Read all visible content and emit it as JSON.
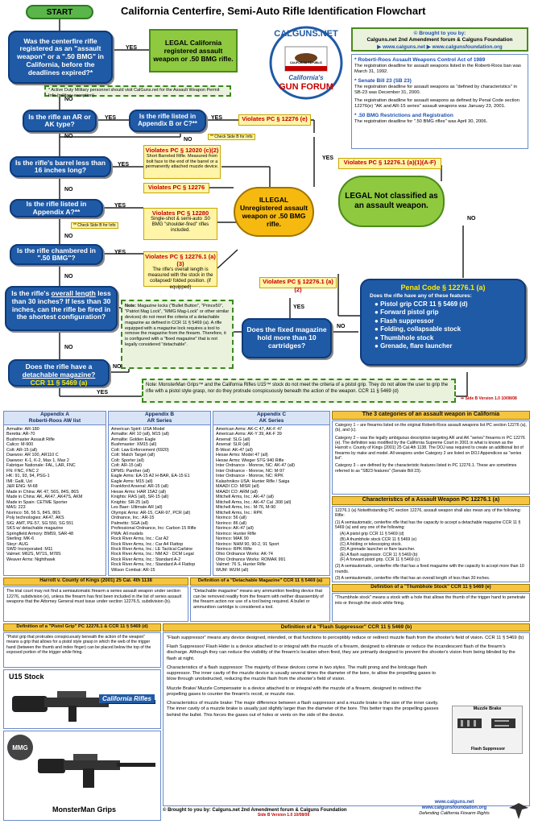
{
  "header": {
    "start": "START",
    "title": "California Centerfire, Semi-Auto Rifle Identification Flowchart"
  },
  "questions": {
    "q1": "Was the centerfire rifle registered as an \"assault weapon\" or a \".50 BMG\" in California, before the deadlines expired?*",
    "q2": "Is the rifle an AR or AK type?",
    "q3": "Is the rifle listed in Appendix B or C?**",
    "q4": "Is the rifle's barrel less than 16 inches long?",
    "q5": "Is the rifle listed in Appendix A?**",
    "q6": "Is the rifle chambered in \".50 BMG\"?",
    "q7_a": "Is the rifle's",
    "q7_b": "overall length",
    "q7_c": "less than 30 inches? If less than 30 inches, can the rifle be fired in the shortest configuration?",
    "q8_a": "Does the rifle have a",
    "q8_b": "detachable magazine?",
    "q8_c": "CCR 11 § 5469 (a)",
    "q9": "Does the fixed magazine hold more than 10 cartridges?"
  },
  "answers": {
    "yes": "YES",
    "no": "NO"
  },
  "notes": {
    "active_duty": "* Active Duty Military personnel should visit CalGuns.net for the Assault Weapon Permit Info (military exception)",
    "check_side_b": "** Check Side B for Info",
    "check_side_b2": "** Check Side B for Info",
    "side_b_label": "⇨ Side B Version 1.0 10/08/08"
  },
  "legal_registered": "LEGAL California registered assault weapon or .50 BMG rifle.",
  "illegal": "ILLEGAL Unregistered assault weapon or .50 BMG rifle.",
  "legal_not": "LEGAL Not classified as an assault weapon.",
  "violates": {
    "v1": "Violates PC § 12276 (e)",
    "v2_t": "Violates PC § 12020 (c)(2)",
    "v2": "Short Barreled Rifle. Measured from bolt face to the end of the barrel or a permanently attached muzzle device.",
    "v3": "Violates PC § 12276",
    "v4_t": "Violates PC § 12280",
    "v4": "Single-shot & semi-auto .50 BMG \"shoulder-fired\" rifles included.",
    "v5_t": "Violates PC § 12276.1 (a)(3)",
    "v5": "The rifle's overall length is measured with the stock in the collapsed/ folded position. (if equipped)",
    "v6": "Violates PC § 12276.1 (a)(2)",
    "v7": "Violates PC § 12276.1 (a)(1)(A-F)"
  },
  "note_box": {
    "title": "Note:",
    "text": "Magazine locks (\"Bullet Button\", \"Prince50\", \"Patriot Mag Lock\", \"MMG Mag-Lock\" or other similar devices) do not meet the criteria of a detachable magazine as defined in CCR 11 § 5469 (a). A rifle equipped with a magazine lock requires a tool to remove the magazine from the firearm. Therefore, it is configured with a \"fixed magazine\" that is not legally considered \"detachable\"."
  },
  "monster_note": "Note: MonsterMan Grips™ and the California Rifles U15™ stock do not meet the criteria of a pistol grip. They do not allow the user to grip the rifle with a pistol style grasp, nor do they protrude conspicuously beneath the action of the weapon. CCR 11 § 5469 (d)",
  "penal": {
    "title": "Penal Code § 12276.1 (a)",
    "lead": "Does the rifle have any of these features:",
    "items": [
      "Pistol grip CCR 11 § 5469 (d)",
      "Forward pistol grip",
      "Flash suppressor",
      "Folding, collapsable stock",
      "Thumbhole stock",
      "Grenade, flare launcher"
    ]
  },
  "logo": {
    "top": "CALGUNS.NET",
    "mid": "California's",
    "bot": "GUN FORUM",
    "flag": "CALIFORNIA REPUBLIC"
  },
  "brought": {
    "title": "© Brought to you by:",
    "line1": "Calguns.net 2nd Amendment forum & Calguns Foundation",
    "line2": "▶ www.calguns.net  ▶ www.calgunsfoundation.org"
  },
  "info": {
    "i1_t": "* Roberti-Roos Assault Weapons Control Act of 1989",
    "i1": "The registration deadline for assault weapons listed in the Roberti-Roos ban was March 31, 1992.",
    "i2_t": "* Senate Bill 23 (SB 23)",
    "i2": "The registration deadline for assault weapons as \"defined by characteristics\" in SB-23 was December 31, 2000.",
    "i3": "The registration deadline for assault weapons as defined by Penal Code section 12276(e) \"AK and AR-15 series\" assault weapons was January 23, 2001.",
    "i4_t": "* .50 BMG Restrictions and Registration",
    "i4": "The registration deadline for \".50 BMG rifles\" was April 30, 2006."
  },
  "appendixA": {
    "title": "Appendix A",
    "sub": "Roberti-Roos AW list",
    "items": [
      "Armalite: AR-180",
      "Beretta: AR-70",
      "Bushmaster Assault Rifle",
      "Calico: M-900",
      "Colt: AR-15 (all)",
      "Daewoo: AR 100, AR110 C",
      "Daewoo: K-1, K-2, Max 1, Max 2",
      "Fabrique Nationale: FAL, LAR, FNC",
      "FN: FNC, FNC 2",
      "HK: 91, 93, 94, PSG-1",
      "IMI: Galil, Uzi",
      "J&R ENG: M-68",
      "Made in China: AK 47, 56S, 84S, 86S",
      "Made in China: AK, AK47, AK47S, AKM",
      "Made in Spain: CETME Sporter",
      "MAS: 223",
      "Norinco: 56, 56 S, 84S, 86S",
      "Poly technologies: AK47, AKS",
      "SIG: AMT, PE-57, SG 550, SG 551",
      "SKS w/ detachable magazine",
      "Springfield Armory: BM59, SAR-48",
      "Sterling: MK-6",
      "Steyr: AUG",
      "SWD Incorporated: M11",
      "Valmet: M62S, M71S, M78S",
      "Weaver Arms: Nighthawk"
    ]
  },
  "appendixB": {
    "title": "Appendix B",
    "sub": "AR Series",
    "items": [
      "American Spirit: USA Model",
      "Armalite: AR 10 (all), M15 (all)",
      "Armalite: Golden Eagle",
      "Bushmaster: XM15 (all)",
      "Colt: Law Enforcement (6920)",
      "Colt: Match Target (all)",
      "Colt: Sporter (all)",
      "Colt: AR-15 (all)",
      "DPMS: Panther (all)",
      "Eagle Arms: EA-15 A2 H-BAR, EA-15 E1",
      "Eagle Arms: M15 (all)",
      "Frankford Arsenal: AR-15 (all)",
      "Hesse Arms: HAR 15A2 (all)",
      "Knights: RAS (all), SR-15 (all)",
      "Knights: SR-25 (all)",
      "Les Baer: Ultimate AR (all)",
      "Olympic Arms: AR-15, CAR-97, PCR (all)",
      "Ordnance, Inc.: AR-15",
      "Palmetto: SGA (all)",
      "Professional Ordnance, Inc: Carbon 15 Rifle",
      "PWA: All models",
      "Rock River Arms, Inc.: Car A2",
      "Rock River Arms, Inc.: Car A4 Flattop",
      "Rock River Arms, Inc.: LE Tactical Carbine",
      "Rock River Arms, Inc.: NM A2 - DCM Legal",
      "Rock River Arms, Inc.: Standard A-2",
      "Rock River Arms, Inc.: Standard A-4 Flattop",
      "Wilson Combat: AR-15"
    ]
  },
  "appendixC": {
    "title": "Appendix C",
    "sub": "AK Series",
    "items": [
      "American Arms: AK-C 47, AK-F 47",
      "American Arms: AK-Y 39, AK-F 39",
      "Arsenal: SLG (all)",
      "Arsenal: SLR (all)",
      "B-West: AK-47 (all)",
      "Hesse Arms: Model 47 (all)",
      "Hesse Arms: Wieger STG 940 Rifle",
      "Inter Ordnance - Monroe, NC: AK-47 (all)",
      "Inter Ordnance - Monroe, NC: M-97",
      "Inter Ordnance - Monroe, NC: RPK",
      "Kalashnikov USA: Hunter Rifle / Saiga",
      "MAADI CO: MISR (all)",
      "MAADI CO: ARM (all)",
      "Mitchell Arms, Inc.: AK-47 (all)",
      "Mitchell Arms, Inc.: AK-47 Cal .308 (all)",
      "Mitchell Arms, Inc.: M-76, M-90",
      "Mitchell Arms, Inc.: RPK",
      "Norinco: 56 (all)",
      "Norinco: 86 (all)",
      "Norinco: AK-47 (all)",
      "Norinco: Hunter Rifle",
      "Norinco: MAK 90",
      "Norinco: NHM 90, 90-2, 91 Sport",
      "Norinco: RPK Rifle",
      "Ohio Ordnance Works: AK-74",
      "Ohio Ordnance Works: ROMAK 991",
      "Valmet: 76 S, Hunter Rifle",
      "WUM: WUM (all)"
    ]
  },
  "categories": {
    "title": "The 3 categories of an assault weapon in California",
    "c1": "Category 1 – are firearms listed on the original Roberti-Roos assault weapons list PC section 12276 (a), (b), and (c).",
    "c2": "Category 2 – was the legally ambiguous description targeting AR and AK \"series\" firearms in PC 12276 (e). The definition was modified by the California Supreme Court in 2001 in what is known as the Harrott v. County of Kings (2001) 25 Cal.4th 1138. The DOJ was required to create an additional list of firearms by make and model. All weapons under Category 2 are listed on DOJ Appendices as \"series list\".",
    "c3": "Category 3 – are defined by the characteristic features listed in PC 12276.1. These are sometimes referred to as \"SB23 features\" (Senate Bill 23)."
  },
  "characteristics": {
    "title": "Characteristics of a Assault Weapon PC 12276.1 (a)",
    "lead": "12276.1 (a) Notwithstanding PC section 12276, assault weapon shall also mean any of the following: Rifle:",
    "p1": "(1) A semiautomatic, centerfire rifle that has the capacity to accept a detachable magazine CCR 11 § 5469 (a) and any one of the following:",
    "items": [
      "(A) A pistol grip CCR 11 § 5469 (d)",
      "(B) A thumbhole stock CCR 11 § 5469 (e)",
      "(C) A folding or telescoping stock.",
      "(D) A grenade launcher or flare launcher.",
      "(E) A flash suppressor. CCR 11 § 5469 (b)",
      "(F) A forward pistol grip. CCR 11 § 5469 (c)"
    ],
    "p2": "(2) A semiautomatic, centerfire rifle that has a fixed magazine with the capacity to accept more than 10 rounds.",
    "p3": "(3) A semiautomatic, centerfire rifle that has an overall length of less than 30 inches."
  },
  "harrott": {
    "title": "Harrott v. County of Kings (2001) 25 Cal. 4th 1138",
    "text": "The trial court may not find a semiautomatic firearm a series assault weapon under section 12276, subdivision (e), unless the firearm has first been included in the list of series assault weapons that the Attorney General must issue under section 12276.5, subdivision (b)."
  },
  "detachable": {
    "title": "Definition of a \"Detachable Magazine\" CCR 11 § 5469 (a)",
    "text": "\"Detachable magazine\" means any ammunition feeding device that can be removed readily from the firearm with neither disassembly of the firearm action nor use of a tool being required. A bullet or ammunition cartridge is considered a tool."
  },
  "thumbhole": {
    "title": "Definition of a \"Thumbhole Stock\" CCR 11 § 5469 (e)",
    "text": "\"Thumbhole stock\" means a stock with a hole that allows the thumb of the trigger hand to penetrate into or through the stock while firing."
  },
  "pistolgrip": {
    "title": "Definition of a \"Pistol Grip\" PC 12276.1 & CCR 11 § 5469 (d)",
    "text": "\"Pistol grip that protrudes conspicuously beneath the action of the weapon\" means a grip that allows for a pistol style grasp in which the web of the trigger hand (between the thumb and index finger) can be placed below the top of the exposed portion of the trigger while firing."
  },
  "flash": {
    "title": "Definition of a \"Flash Suppressor\" CCR 11 § 5469 (b)",
    "p1": "\"Flash suppressor\" means any device designed, intended, or that functions to perceptibly reduce or redirect muzzle flash from the shooter's field of vision. CCR 11 § 5469 (b)",
    "p2": "Flash Suppressor/ Flash Hider is a device attached to or integral with the muzzle of a firearm, designed to eliminate or reduce the incandescent flash of the firearm's discharge. Although they can reduce the visibility of the firearm's location when fired, they are primarily designed to prevent the shooter's vision from being blinded by the flash at night.",
    "p3": "Characteristics of a flash suppressor: The majority of these devices come in two styles. The multi prong and the birdcage flash suppressor. The inner cavity of the muzzle device is usually several times the diameter of the bore, to allow the propelling gases to blow through unobstructed, reducing the muzzle flash from the shooter's field of vision.",
    "p4": "Muzzle Brake/ Muzzle Compensator is a device attached to or integral with the muzzle of a firearm, designed to redirect the propelling gases to counter the firearm's recoil, or muzzle rise.",
    "p5": "Characteristics of muzzle brake: The major difference between a flash suppressor and a muzzle brake is the size of the inner cavity. The inner cavity of a muzzle brake is usually just slightly larger than the diameter of the bore. This better traps the propelling gasses behind the bullet. This forces the gases out of holes or vents on the side of the device."
  },
  "images": {
    "u15": "U15 Stock",
    "calrifles": "California Rifles",
    "mmg": "MMG",
    "monster": "MonsterMan Grips",
    "muzzle": "Muzzle Brake",
    "flashsup": "Flash Suppressor"
  },
  "footer": {
    "brought": "© Brought to you by: Calguns.net 2nd Amendment forum & Calguns Foundation",
    "version": "Side B Version 1.0 10/08/08",
    "url1": "www.calguns.net",
    "url2": "www.calgunsfoundation.org",
    "tag": "Defending California Firearm Rights"
  },
  "colors": {
    "blue": "#1f5aa6",
    "green": "#8ec93f",
    "gold": "#f6b90f",
    "yellow": "#fff4a8",
    "red": "#c40000"
  }
}
